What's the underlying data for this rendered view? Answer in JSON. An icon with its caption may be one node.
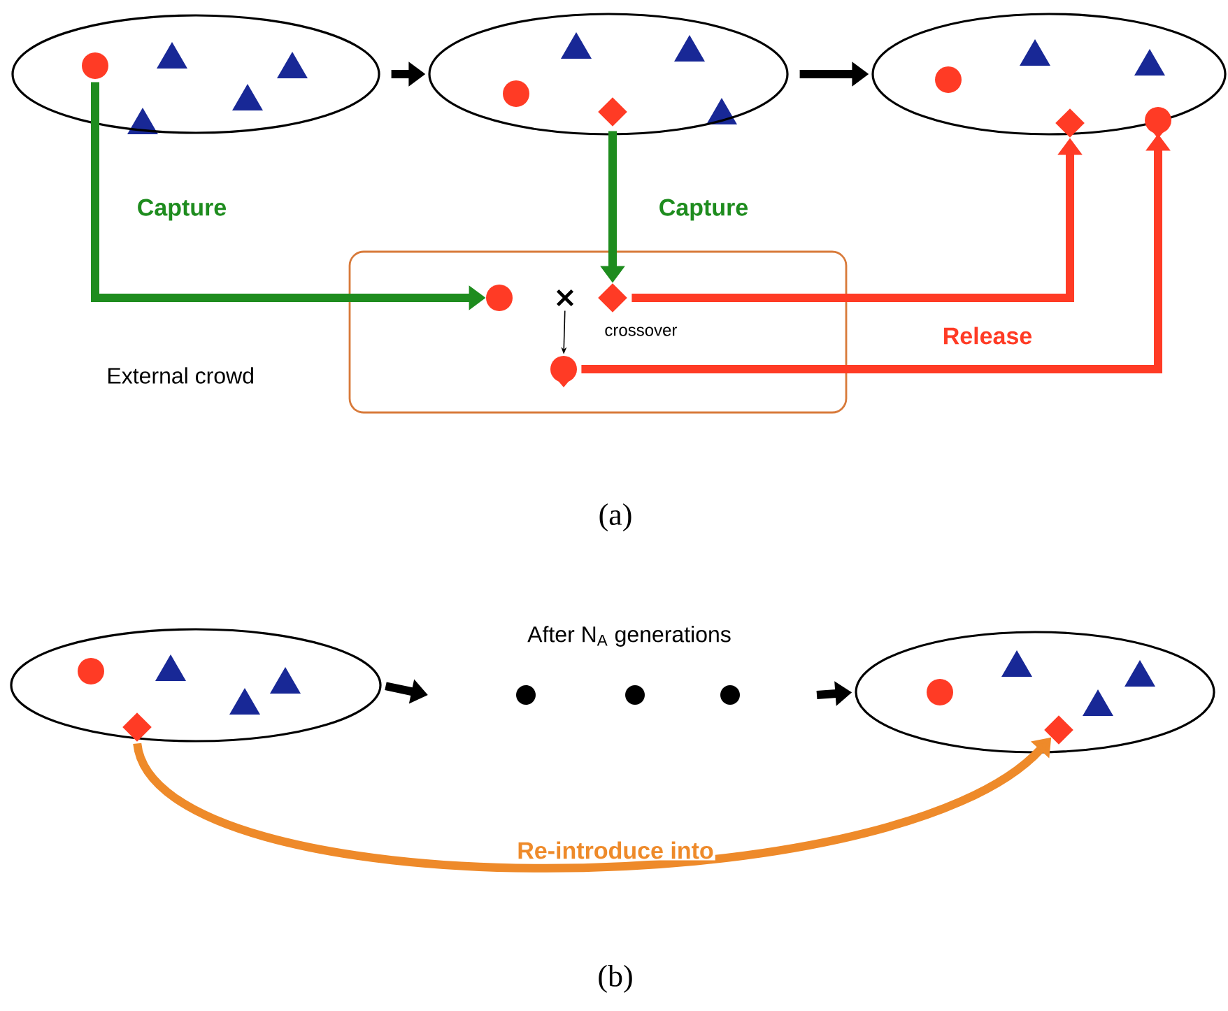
{
  "diagram": {
    "nodes": [
      {
        "text": [],
        "shape": "ellipse"
      },
      {
        "text": [],
        "shape": "circle",
        "in": 0
      },
      {
        "text": [],
        "shape": "ellipse"
      },
      {
        "text": [],
        "shape": "diamond",
        "in": 2
      },
      {
        "text": [],
        "shape": "ellipse"
      },
      {
        "text": [],
        "shape": "diamond",
        "in": 4
      },
      {
        "text": [],
        "shape": "drop",
        "in": 4
      },
      {
        "text": [
          "External crowd"
        ]
      },
      {
        "text": [],
        "shape": "circle",
        "in": 7
      },
      {
        "text": [],
        "shape": "cross",
        "in": 7
      },
      {
        "text": [],
        "shape": "diamond",
        "in": 7
      },
      {
        "text": [],
        "shape": "drop",
        "in": 7
      },
      {
        "text": [],
        "shape": "ellipse"
      },
      {
        "text": [],
        "shape": "diamond",
        "in": 12
      },
      {
        "text": [],
        "shape": "circle"
      },
      {
        "text": [],
        "shape": "circle"
      },
      {
        "text": [],
        "shape": "circle"
      },
      {
        "text": [],
        "shape": "ellipse"
      },
      {
        "text": [],
        "shape": "diamond",
        "in": 17
      },
      {
        "text": [],
        "shape": "circle",
        "in": 2
      },
      {
        "text": [],
        "shape": "circle",
        "in": 4
      },
      {
        "text": [],
        "shape": "circle",
        "in": 12
      },
      {
        "text": [],
        "shape": "circle",
        "in": 17
      }
    ],
    "edges": [
      {
        "from": 0,
        "to": 2,
        "arrow": "to"
      },
      {
        "from": 2,
        "to": 4,
        "arrow": "to"
      },
      {
        "from": 1,
        "to": 8,
        "arrow": "to",
        "color": "#1e8c1e",
        "label": "Capture"
      },
      {
        "from": 3,
        "to": 10,
        "arrow": "to",
        "color": "#1e8c1e",
        "label": "Capture"
      },
      {
        "from": 10,
        "to": 5,
        "arrow": "to",
        "color": "#ff3b25"
      },
      {
        "from": 11,
        "to": 6,
        "arrow": "to",
        "color": "#ff3b25",
        "label": "Release"
      },
      {
        "from": 9,
        "to": 11,
        "arrow": "to",
        "label": "crossover"
      },
      {
        "from": 12,
        "to": null,
        "arrow": "to"
      },
      {
        "from": null,
        "to": 17,
        "arrow": "to"
      },
      {
        "from": 13,
        "to": 18,
        "arrow": "to",
        "color": "#ee8a2a",
        "label": "Re-introduce into"
      }
    ],
    "labels": [
      "(a)",
      "After N$_{A}$ generations",
      "(b)"
    ]
  }
}
